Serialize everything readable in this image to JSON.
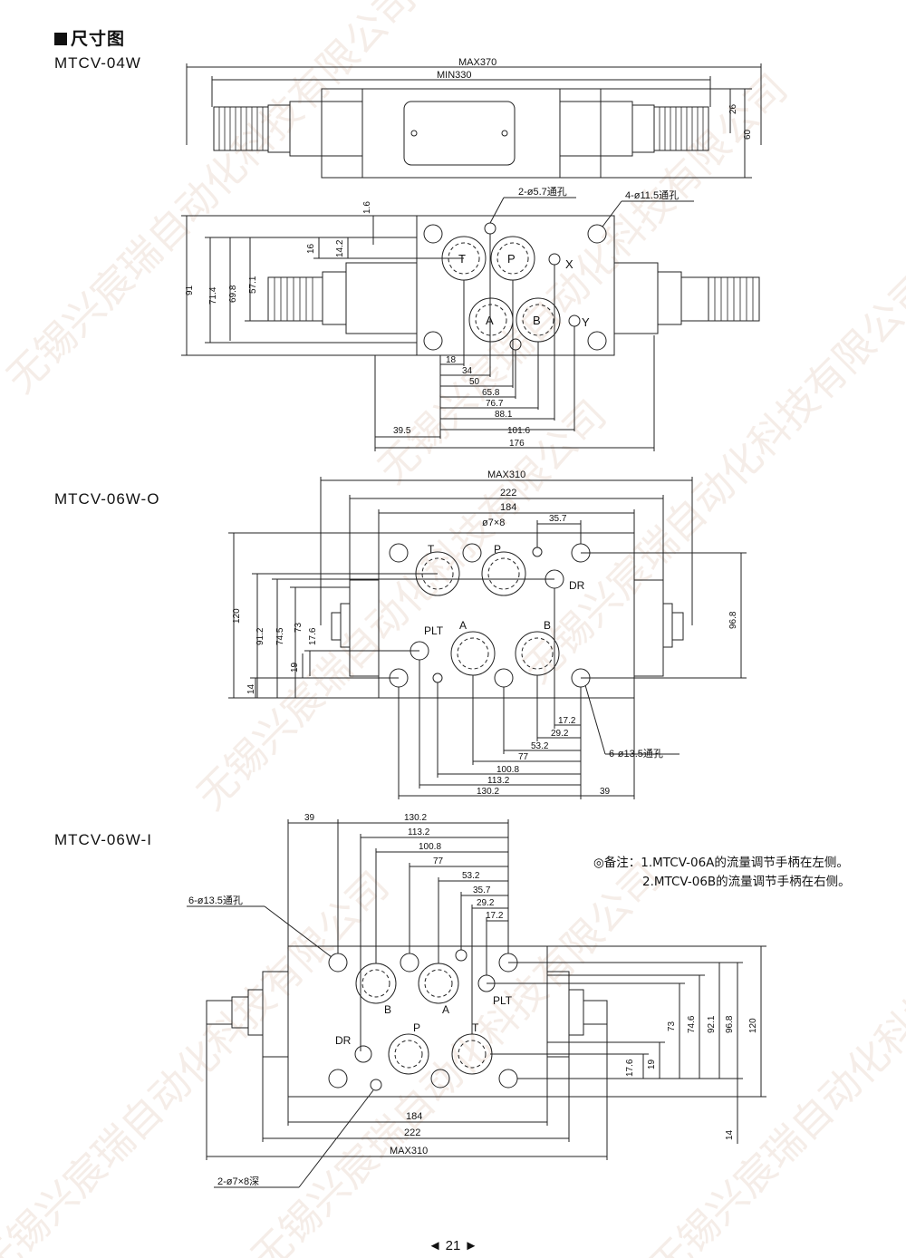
{
  "header": {
    "title": "尺寸图"
  },
  "models": {
    "w04": "MTCV-04W",
    "w06o": "MTCV-06W-O",
    "w06i": "MTCV-06W-I"
  },
  "note": {
    "line1": "◎备注：1.MTCV-06A的流量调节手柄在左侧。",
    "line2": "2.MTCV-06B的流量调节手柄在右侧。"
  },
  "page": {
    "number": "◄ 21 ►"
  },
  "watermark": "无锡兴宸瑞自动化科技有限公司",
  "d04": {
    "max": "MAX370",
    "min": "MIN330",
    "d26": "26",
    "d60": "60",
    "holes2": "2-ø5.7通孔",
    "holes4": "4-ø11.5通孔",
    "d16a": "1.6",
    "d16": "16",
    "d142": "14.2",
    "d91": "91",
    "d714": "71.4",
    "d698": "69.8",
    "d571": "57.1",
    "T": "T",
    "P": "P",
    "A": "A",
    "B": "B",
    "X": "X",
    "Y": "Y",
    "h18": "18",
    "h34": "34",
    "h50": "50",
    "h658": "65.8",
    "h767": "76.7",
    "h881": "88.1",
    "h1016": "101.6",
    "h395": "39.5",
    "h176": "176"
  },
  "d06o": {
    "max": "MAX310",
    "w222": "222",
    "w184": "184",
    "hole7": "ø7×8",
    "w357": "35.7",
    "T": "T",
    "P": "P",
    "DR": "DR",
    "PLT": "PLT",
    "A": "A",
    "B": "B",
    "v120": "120",
    "v912": "91.2",
    "v745": "74.5",
    "v73": "73",
    "v176": "17.6",
    "v19": "19",
    "v14": "14",
    "v968": "96.8",
    "h172": "17.2",
    "h292": "29.2",
    "h532": "53.2",
    "h77": "77",
    "h1008": "100.8",
    "h1132": "113.2",
    "h1302": "130.2",
    "h39": "39",
    "holes6": "6-ø13.5通孔"
  },
  "d06i": {
    "h39": "39",
    "h1302": "130.2",
    "h1132": "113.2",
    "h1008": "100.8",
    "h77": "77",
    "h532": "53.2",
    "h357": "35.7",
    "h292": "29.2",
    "h172": "17.2",
    "holes6": "6-ø13.5通孔",
    "B": "B",
    "A": "A",
    "PLT": "PLT",
    "DR": "DR",
    "P": "P",
    "T": "T",
    "v176": "17.6",
    "v19": "19",
    "v73": "73",
    "v746": "74.6",
    "v921": "92.1",
    "v968": "96.8",
    "v120": "120",
    "v14": "14",
    "w184": "184",
    "w222": "222",
    "max": "MAX310",
    "hole78": "2-ø7×8深"
  }
}
